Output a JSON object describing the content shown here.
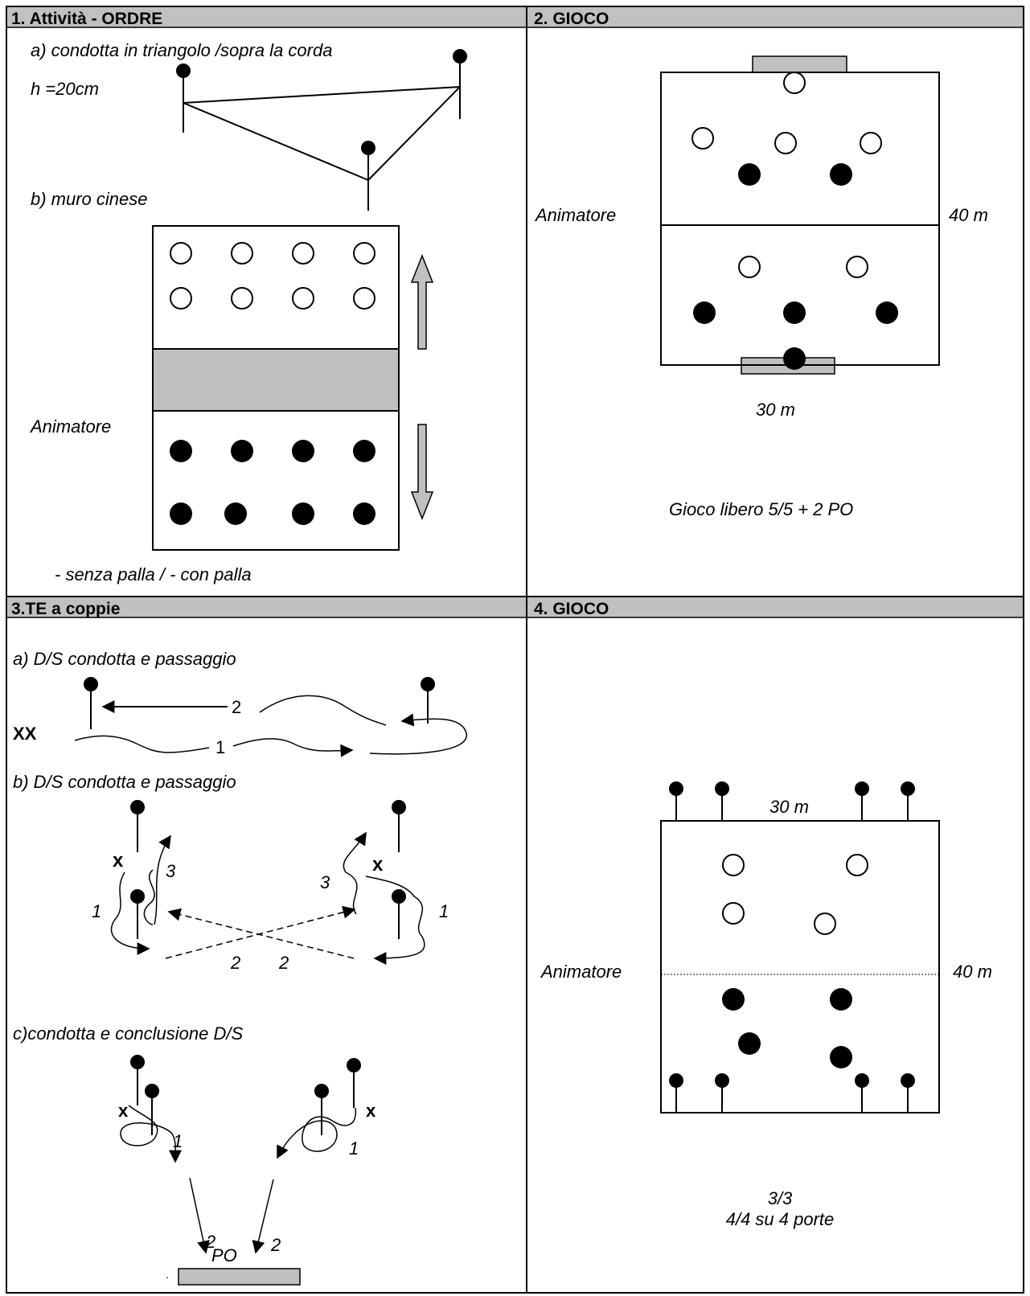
{
  "colors": {
    "header_bg": "#c0c0c0",
    "grey_zone": "#c0c0c0",
    "line": "#000000"
  },
  "panel1": {
    "header": "1. Attività - ORDRE",
    "a_label": "a) condotta in triangolo /sopra la corda",
    "height_label": "h =20cm",
    "b_label": "b) muro cinese",
    "animator_label": "Animatore",
    "footer_note": "-  senza palla /    -  con palla"
  },
  "panel2": {
    "header": "2. GIOCO",
    "animator_label": "Animatore",
    "length_label": "40 m",
    "width_label": "30 m",
    "caption": "Gioco libero 5/5 + 2 PO"
  },
  "panel3": {
    "header": "3.TE a coppie",
    "a_label": "a)  D/S condotta e passaggio",
    "xx_label": "XX",
    "a_num_2": "2",
    "a_num_1": "1",
    "b_label": "b) D/S condotta e passaggio",
    "b_x_left": "x",
    "b_x_right": "x",
    "b_num_3_left": "3",
    "b_num_1_left": "1",
    "b_num_3_right": "3",
    "b_num_1_right": "1",
    "b_num_2_left": "2",
    "b_num_2_right": "2",
    "c_label": "c)condotta e conclusione D/S",
    "c_x_left": "x",
    "c_x_right": "x",
    "c_num_1_left": "1",
    "c_num_1_right": "1",
    "c_num_2_left": "2",
    "c_num_2_right": "2",
    "goalkeeper_label": "PO",
    "stray_dot": "."
  },
  "panel4": {
    "header": "4. GIOCO",
    "width_label": "30 m",
    "animator_label": "Animatore",
    "length_label": "40 m",
    "caption_line1": "3/3",
    "caption_line2": "4/4 su 4 porte"
  }
}
